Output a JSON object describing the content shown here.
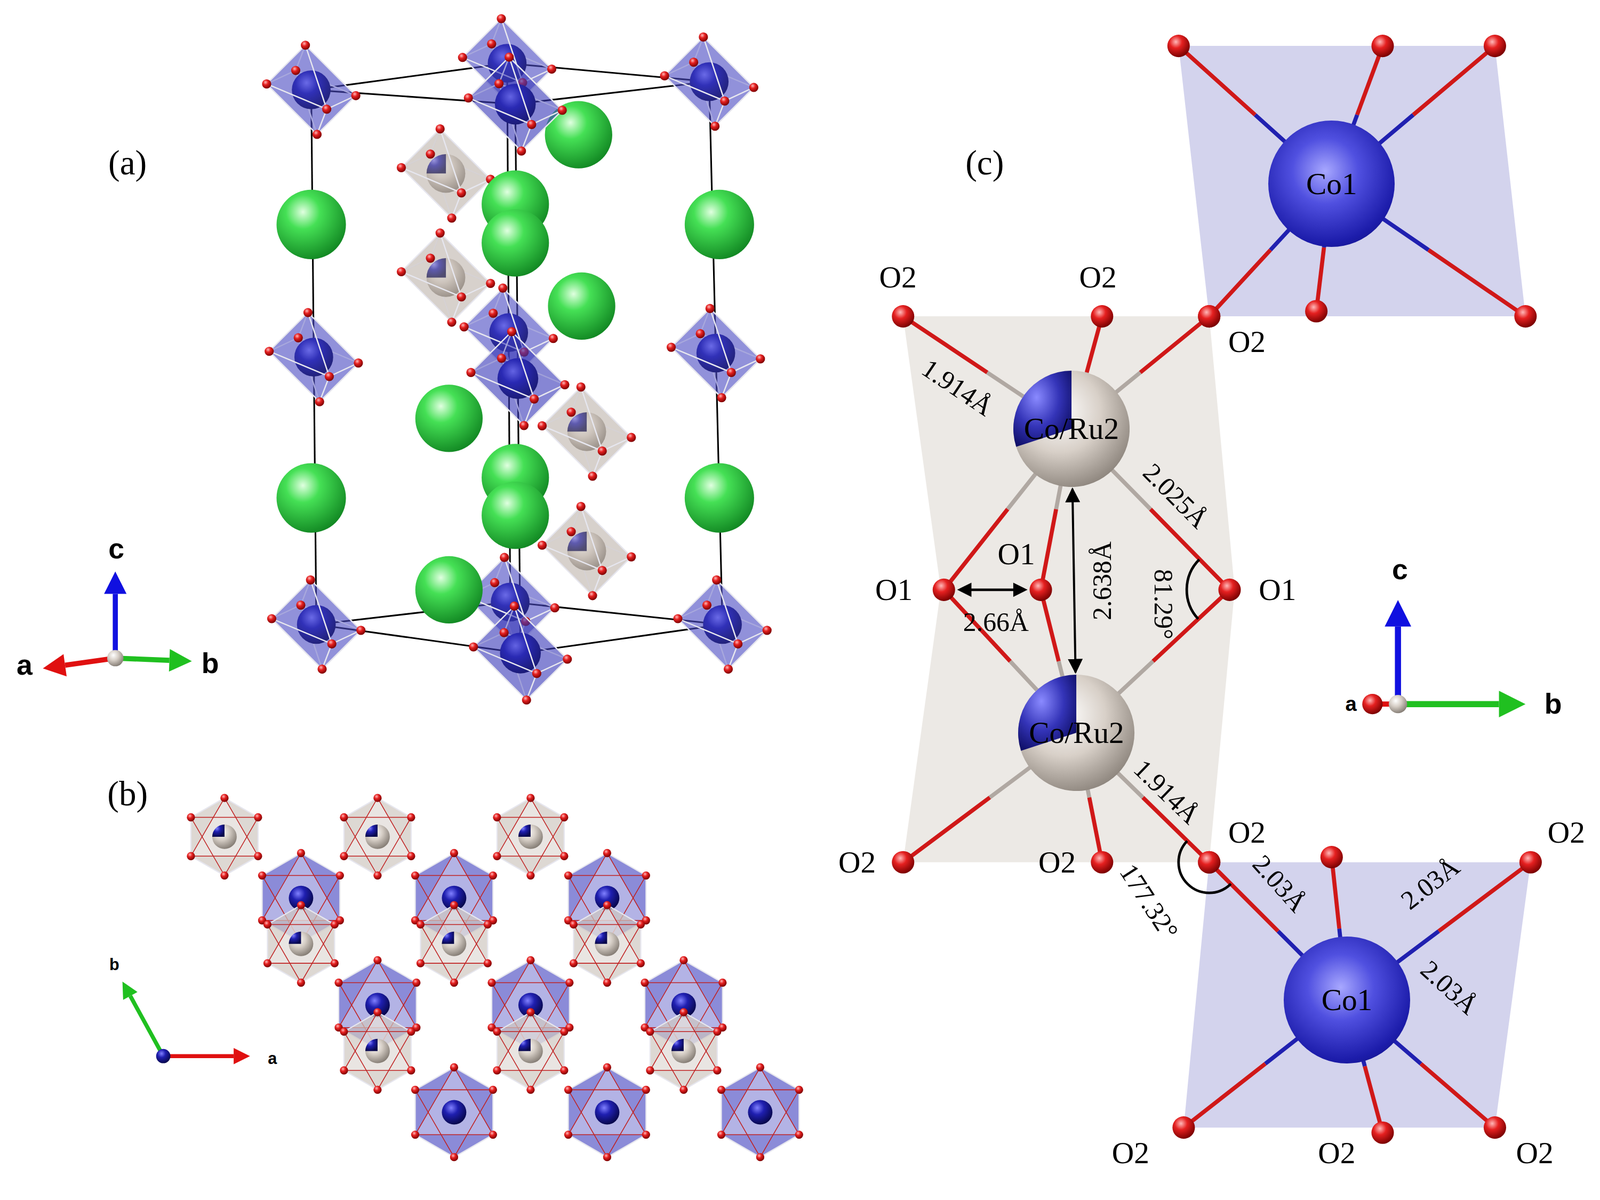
{
  "diagram": {
    "nodes": [
      {
        "text": [
          "Co1"
        ]
      },
      {
        "text": [
          "Co/Ru2"
        ]
      },
      {
        "text": [
          "Co/Ru2"
        ]
      },
      {
        "text": [
          "Co1"
        ]
      }
    ],
    "edges": [
      {
        "from": 1,
        "to": 2,
        "arrow": "both",
        "label": "2.638Å"
      }
    ],
    "labels": [
      "(a)",
      "c",
      "a",
      "b",
      "(b)",
      "b",
      "a",
      "(c)",
      "O2",
      "O2",
      "O2",
      "1.914Å",
      "O1",
      "O1",
      "2.025Å",
      "81.29°",
      "O1",
      "2.66Å",
      "1.914Å",
      "O2",
      "O2",
      "O2",
      "177.32°",
      "2.03Å",
      "2.03Å",
      "2.03Å",
      "O2",
      "O2",
      "O2",
      "O2",
      "c",
      "a",
      "b"
    ]
  }
}
